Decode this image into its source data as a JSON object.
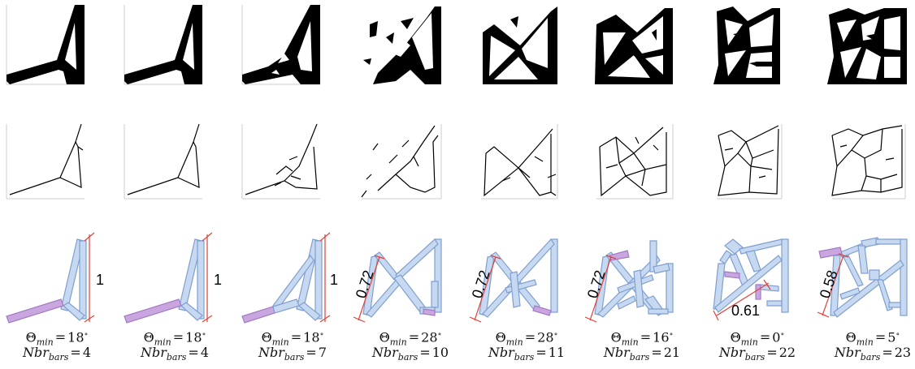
{
  "colors": {
    "bar_fill": "#c7d9f1",
    "bar_stroke": "#7f9fd0",
    "highlight_bar": "#c9a6e0",
    "highlight_stroke": "#a27bc4",
    "dimension_line": "#e0403a",
    "solid": "#000000"
  },
  "panels": [
    {
      "dimension_label": "1",
      "theta_symbol": "Θ",
      "theta_sub": "min",
      "theta_value": "18",
      "theta_unit": "∘",
      "nbr_name": "Nbr",
      "nbr_sub": "bars",
      "nbr_value": "4"
    },
    {
      "dimension_label": "1",
      "theta_symbol": "Θ",
      "theta_sub": "min",
      "theta_value": "18",
      "theta_unit": "∘",
      "nbr_name": "Nbr",
      "nbr_sub": "bars",
      "nbr_value": "4"
    },
    {
      "dimension_label": "1",
      "theta_symbol": "Θ",
      "theta_sub": "min",
      "theta_value": "18",
      "theta_unit": "∘",
      "nbr_name": "Nbr",
      "nbr_sub": "bars",
      "nbr_value": "7"
    },
    {
      "dimension_label": "0.72",
      "theta_symbol": "Θ",
      "theta_sub": "min",
      "theta_value": "28",
      "theta_unit": "∘",
      "nbr_name": "Nbr",
      "nbr_sub": "bars",
      "nbr_value": "10"
    },
    {
      "dimension_label": "0.72",
      "theta_symbol": "Θ",
      "theta_sub": "min",
      "theta_value": "28",
      "theta_unit": "∘",
      "nbr_name": "Nbr",
      "nbr_sub": "bars",
      "nbr_value": "11"
    },
    {
      "dimension_label": "0.72",
      "theta_symbol": "Θ",
      "theta_sub": "min",
      "theta_value": "16",
      "theta_unit": "∘",
      "nbr_name": "Nbr",
      "nbr_sub": "bars",
      "nbr_value": "21"
    },
    {
      "dimension_label": "0.61",
      "theta_symbol": "Θ",
      "theta_sub": "min",
      "theta_value": "0",
      "theta_unit": "∘",
      "nbr_name": "Nbr",
      "nbr_sub": "bars",
      "nbr_value": "22"
    },
    {
      "dimension_label": "0.58",
      "theta_symbol": "Θ",
      "theta_sub": "min",
      "theta_value": "5",
      "theta_unit": "∘",
      "nbr_name": "Nbr",
      "nbr_sub": "bars",
      "nbr_value": "23"
    }
  ]
}
